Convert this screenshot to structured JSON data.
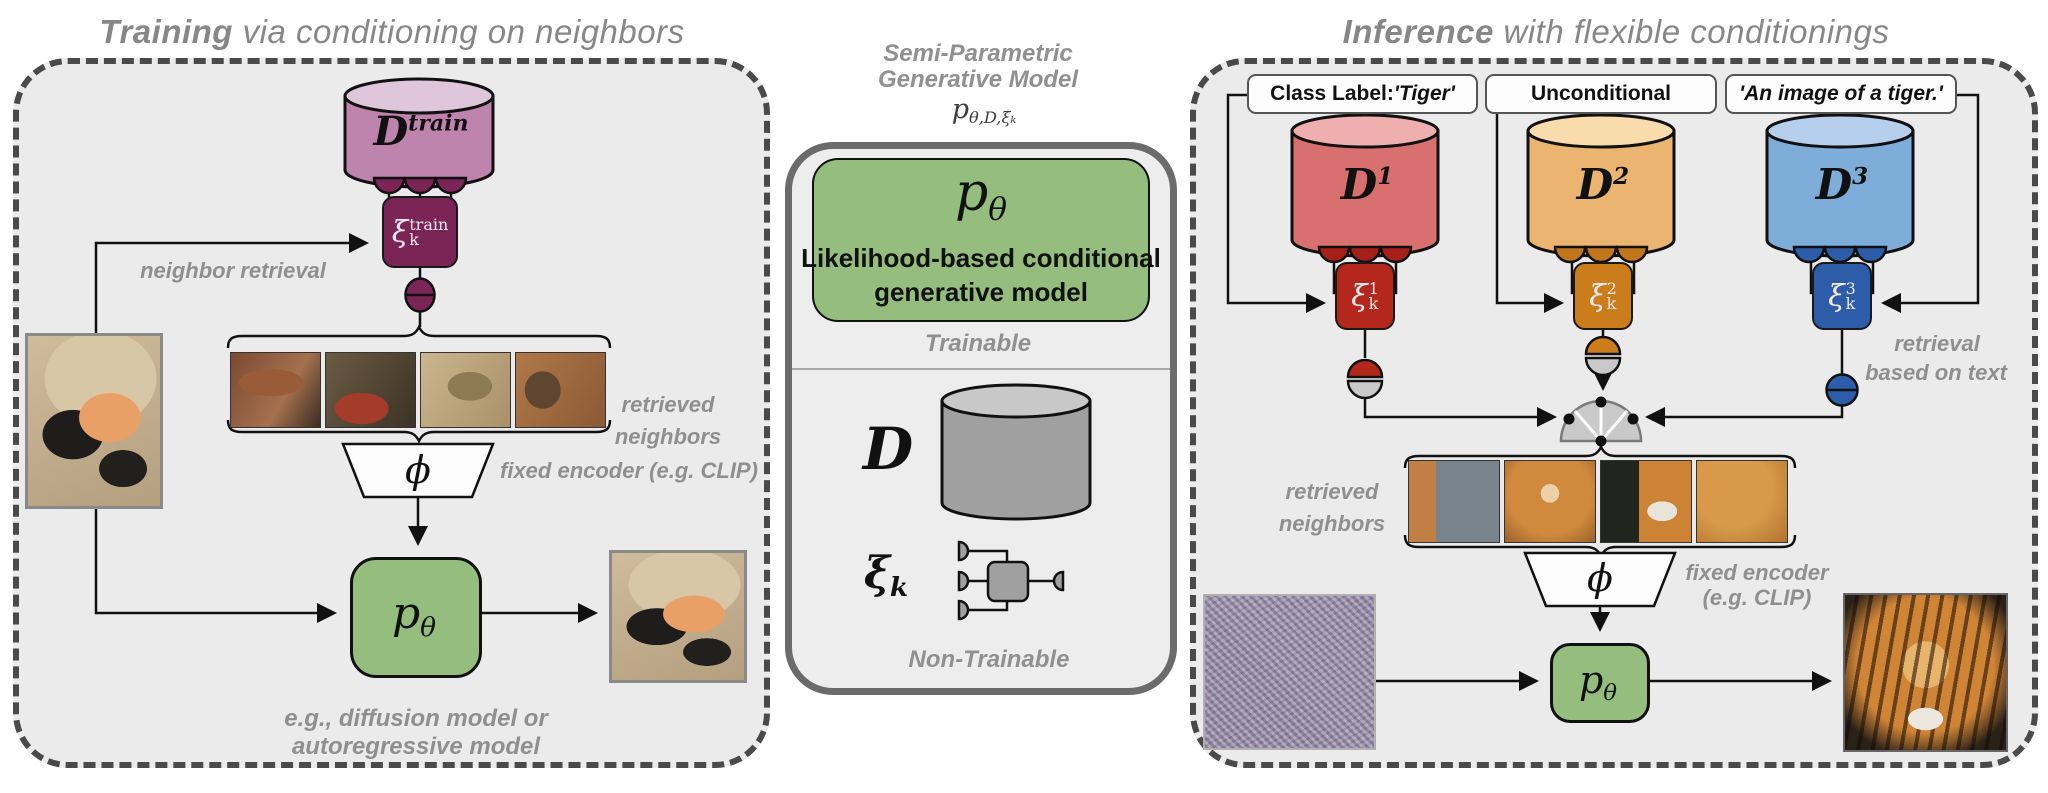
{
  "colors": {
    "panel_bg": "#ebebeb",
    "dash_border": "#4a4a4a",
    "green_model": "#95bd7d",
    "purple_cyl": "#bf84ae",
    "purple_cyl_top": "#e0c6db",
    "purple_dark": "#7b2556",
    "red_cyl": "#d7706e",
    "red_cyl_top": "#efafae",
    "red_dark": "#b3271c",
    "orange_cyl": "#ebb470",
    "orange_cyl_top": "#f8dcab",
    "orange_dark": "#cb7c1b",
    "blue_cyl": "#7fadda",
    "blue_cyl_top": "#b5cfec",
    "blue_dark": "#2d5da9",
    "gray_cyl": "#a0a0a0",
    "gray_cyl_top": "#c8c8c8",
    "annotation_gray": "#8f8f8f"
  },
  "left_panel": {
    "title": {
      "bold": "Training",
      "rest": " via conditioning on neighbors"
    },
    "database": {
      "base": "D",
      "sup": "train"
    },
    "selector": {
      "base": "ξ",
      "sup": "train",
      "sub": "k"
    },
    "neighbor_retrieval_label": "neighbor retrieval",
    "retrieved_label": {
      "line1": "retrieved",
      "line2": "neighbors"
    },
    "encoder": {
      "symbol": "ϕ",
      "label": "fixed encoder (e.g. CLIP)"
    },
    "model": {
      "base": "p",
      "sub": "θ"
    },
    "caption": {
      "line1": "e.g., diffusion model or",
      "line2": "autoregressive model"
    },
    "images": {
      "input": "gila-monster-query-photo",
      "neighbors": [
        "lizard-neighbor-1",
        "lizard-neighbor-2",
        "lizard-neighbor-3",
        "lizard-neighbor-4"
      ],
      "output": "generated-gila-monster-photo"
    }
  },
  "middle_panel": {
    "title_line1": "Semi-Parametric",
    "title_line2": "Generative Model",
    "formula": {
      "base": "p",
      "sub": "θ,D,ξₖ"
    },
    "trainable_box": {
      "model": {
        "base": "p",
        "sub": "θ"
      },
      "desc_line1": "Likelihood-based conditional",
      "desc_line2": "generative model"
    },
    "trainable_label": "Trainable",
    "database_symbol": "D",
    "selector_symbol": {
      "base": "ξ",
      "sub": "k"
    },
    "non_trainable_label": "Non-Trainable"
  },
  "right_panel": {
    "title": {
      "bold": "Inference",
      "rest": " with flexible conditionings"
    },
    "conditioning_boxes": [
      {
        "prefix": "Class Label: ",
        "emph": "'Tiger'"
      },
      {
        "prefix": "Unconditional",
        "emph": ""
      },
      {
        "prefix": "",
        "emph": "'An image of a tiger.'"
      }
    ],
    "databases": [
      {
        "base": "D",
        "sup": "1"
      },
      {
        "base": "D",
        "sup": "2"
      },
      {
        "base": "D",
        "sup": "3"
      }
    ],
    "selectors": [
      {
        "base": "ξ",
        "sup": "1",
        "sub": "k"
      },
      {
        "base": "ξ",
        "sup": "2",
        "sub": "k"
      },
      {
        "base": "ξ",
        "sup": "3",
        "sub": "k"
      }
    ],
    "retrieval_text_label": {
      "line1": "retrieval",
      "line2": "based on text"
    },
    "retrieved_label": {
      "line1": "retrieved",
      "line2": "neighbors"
    },
    "encoder": {
      "symbol": "ϕ",
      "label_line1": "fixed encoder",
      "label_line2": "(e.g. CLIP)"
    },
    "model": {
      "base": "p",
      "sub": "θ"
    },
    "images": {
      "noise": "gaussian-noise-input",
      "neighbors": [
        "tiger-neighbor-1",
        "tiger-neighbor-2",
        "tiger-neighbor-3",
        "tiger-neighbor-4"
      ],
      "output": "generated-tiger-photo"
    }
  }
}
